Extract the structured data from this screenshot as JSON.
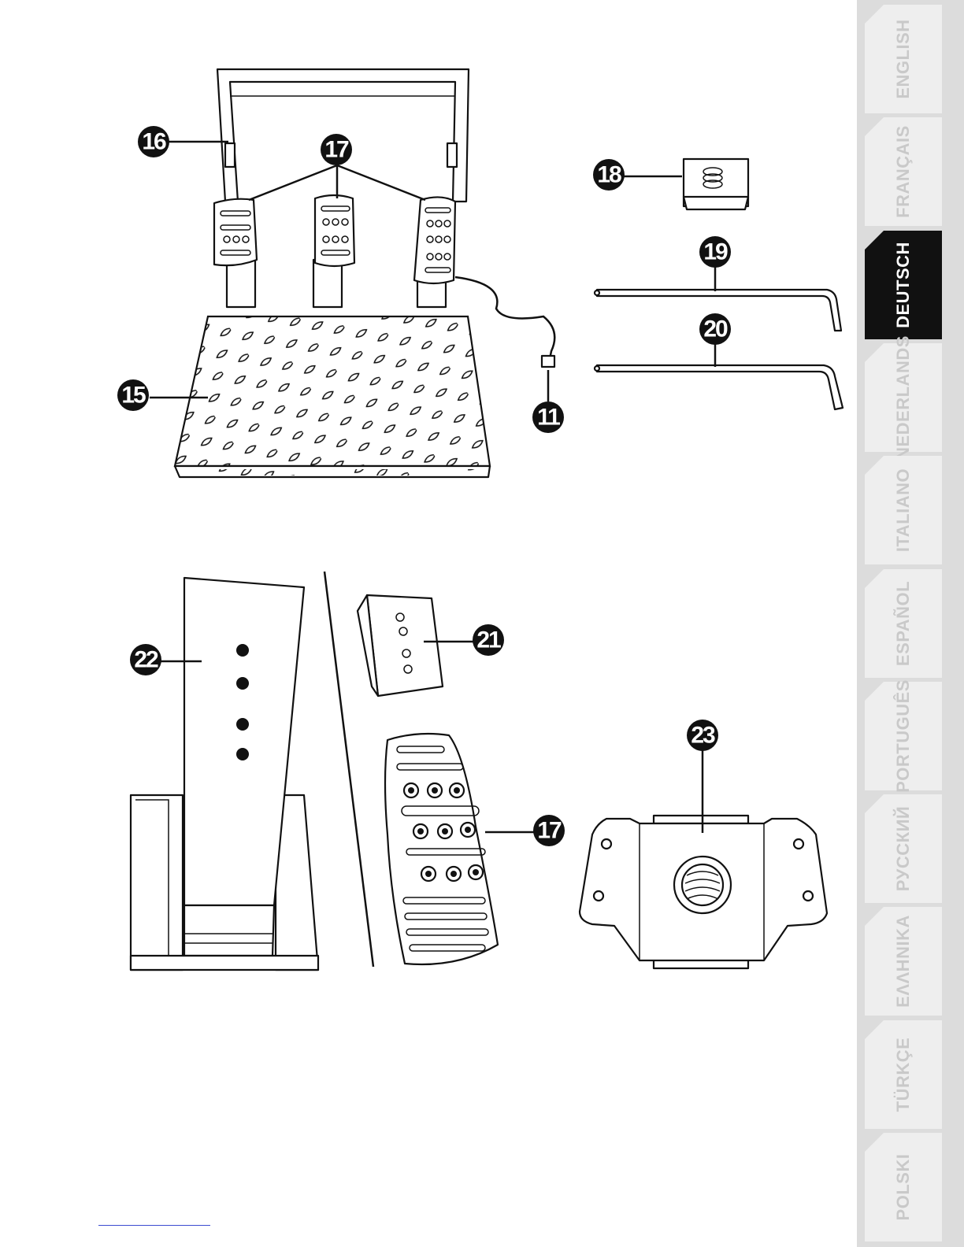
{
  "callouts": {
    "c11": "11",
    "c15": "15",
    "c16": "16",
    "c17a": "17",
    "c17b": "17",
    "c18": "18",
    "c19": "19",
    "c20": "20",
    "c21": "21",
    "c22": "22",
    "c23": "23"
  },
  "language_tabs": [
    {
      "label": "ENGLISH",
      "active": false
    },
    {
      "label": "FRANÇAIS",
      "active": false
    },
    {
      "label": "DEUTSCH",
      "active": true
    },
    {
      "label": "NEDERLANDS",
      "active": false
    },
    {
      "label": "ITALIANO",
      "active": false
    },
    {
      "label": "ESPAÑOL",
      "active": false
    },
    {
      "label": "PORTUGUÊS",
      "active": false
    },
    {
      "label": "РУССКИЙ",
      "active": false
    },
    {
      "label": "ΕΛΛΗΝΙΚΑ",
      "active": false
    },
    {
      "label": "TÜRKÇE",
      "active": false
    },
    {
      "label": "POLSKI",
      "active": false
    }
  ],
  "colors": {
    "tab_strip": "#dcdcdc",
    "tab_inactive": "#eeeeee",
    "tab_active": "#111111",
    "ink": "#111111",
    "link_line": "#3c4bd0"
  }
}
